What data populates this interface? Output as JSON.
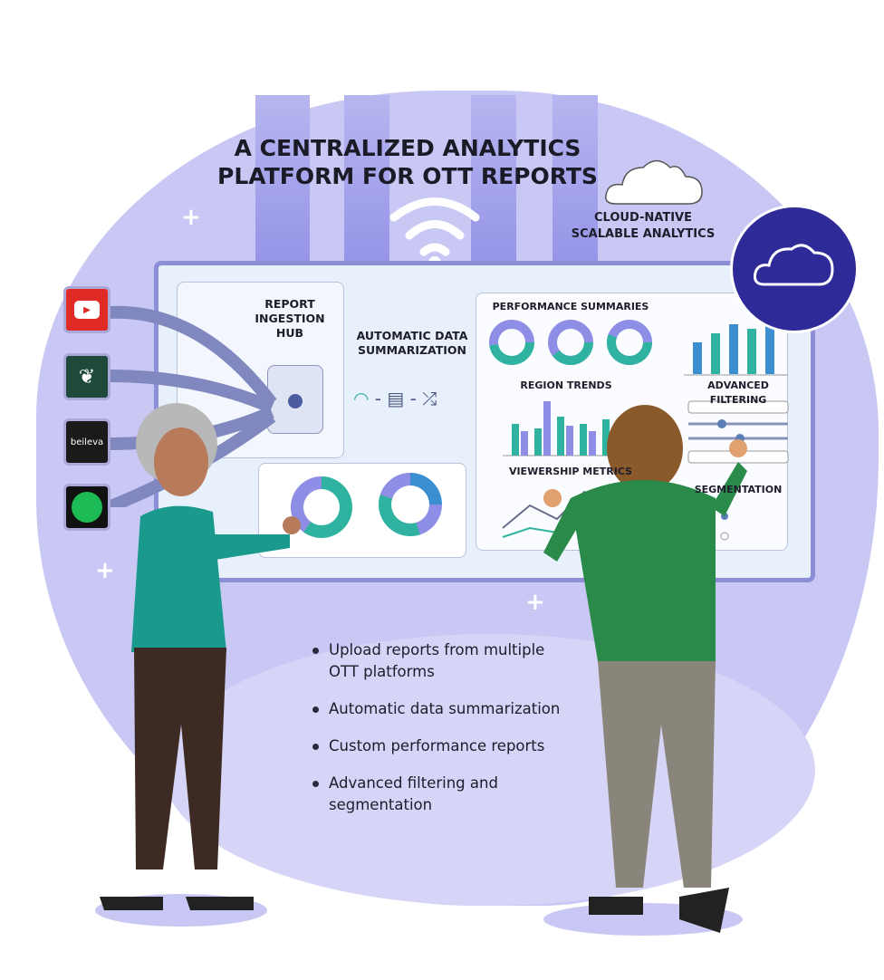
{
  "title": "A CENTRALIZED ANALYTICS PLATFORM FOR OTT REPORTS",
  "cloud_label": "CLOUD-NATIVE SCALABLE ANALYTICS",
  "sources": [
    {
      "name": "youtube-icon",
      "color": "#e02a26"
    },
    {
      "name": "jiosaavn-icon",
      "color": "#1e4a3c"
    },
    {
      "name": "believe-icon",
      "color": "#1a1a1a",
      "text": "beileva"
    },
    {
      "name": "spotify-icon",
      "color": "#1db954"
    }
  ],
  "dashboard": {
    "ingestion_hub": "REPORT INGESTION HUB",
    "summarization": "AUTOMATIC DATA SUMMARIZATION",
    "performance": "PERFORMANCE SUMMARIES",
    "region": "REGION TRENDS",
    "filtering": "ADVANCED FILTERING",
    "viewership": "VIEWERSHIP METRICS",
    "segmentation": "SEGMENTATION"
  },
  "bullets": [
    "Upload reports from multiple OTT platforms",
    "Automatic data summarization",
    "Custom performance reports",
    "Advanced filtering and segmentation"
  ],
  "colors": {
    "accent": "#8f8ee6",
    "teal": "#2fb3a0",
    "navy": "#2e2a97"
  }
}
